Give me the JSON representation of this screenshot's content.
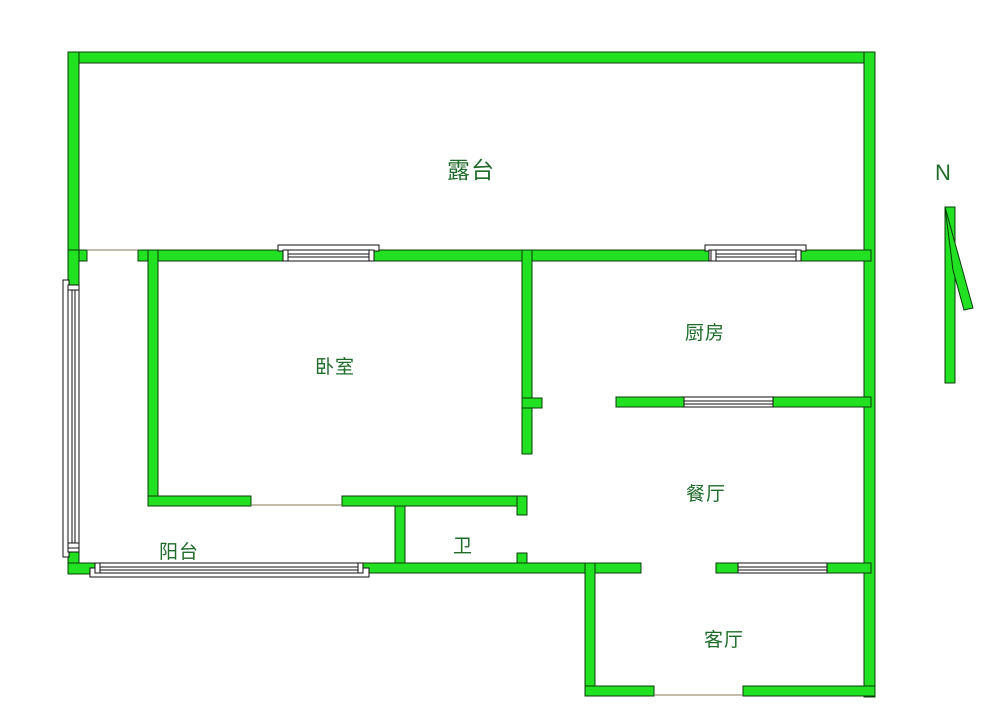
{
  "floor_plan": {
    "wall_color": "#22e022",
    "label_color": "#1f6b2a",
    "rooms": [
      {
        "id": "terrace",
        "label": "露台"
      },
      {
        "id": "bedroom",
        "label": "卧室"
      },
      {
        "id": "kitchen",
        "label": "厨房"
      },
      {
        "id": "dining",
        "label": "餐厅"
      },
      {
        "id": "bathroom",
        "label": "卫"
      },
      {
        "id": "balcony",
        "label": "阳台"
      },
      {
        "id": "living",
        "label": "客厅"
      }
    ],
    "compass": {
      "label": "N"
    }
  }
}
